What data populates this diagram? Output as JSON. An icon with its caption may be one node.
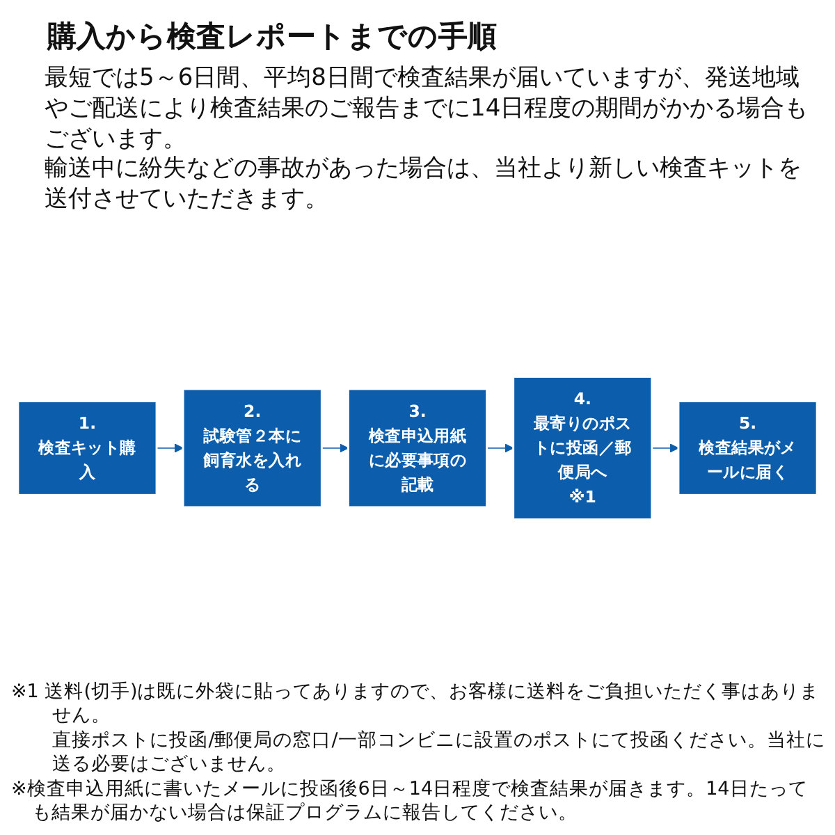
{
  "diagram": {
    "title": "購入から検査レポートまでの手順",
    "nodes": [
      {
        "text": [
          "1.",
          "検査キット購入"
        ]
      },
      {
        "text": [
          "2.",
          "試験管２本に飼育水を入れる"
        ]
      },
      {
        "text": [
          "3.",
          "検査申込用紙に必要事項の記載"
        ]
      },
      {
        "text": [
          "4.",
          "最寄りのポストに投函／郵便局へ",
          "※1"
        ]
      },
      {
        "text": [
          "5.",
          "検査結果がメールに届く"
        ]
      }
    ],
    "edges": [
      {
        "from": 0,
        "to": 1,
        "arrow": "to"
      },
      {
        "from": 1,
        "to": 2,
        "arrow": "to"
      },
      {
        "from": 2,
        "to": 3,
        "arrow": "to"
      },
      {
        "from": 3,
        "to": 4,
        "arrow": "to"
      }
    ],
    "labels": [
      "最短では5～6日間、平均8日間で検査結果が届いていますが、発送地域やご配送により検査結果のご報告までに14日程度の期間がかかる場合もございます。",
      "輸送中に紛失などの事故があった場合は、当社より新しい検査キットを送付させていただきます。",
      "※1 送料(切手)は既に外袋に貼ってありますので、お客様に送料をご負担いただく事はありません。",
      "直接ポストに投函/郵便局の窓口/一部コンビニに設置のポストにて投函ください。当社に送る必要はございません。",
      "※検査申込用紙に書いたメールに投函後6日～14日程度で検査結果が届きます。14日たっても結果が届かない場合は保証プログラムに報告してください。"
    ]
  }
}
